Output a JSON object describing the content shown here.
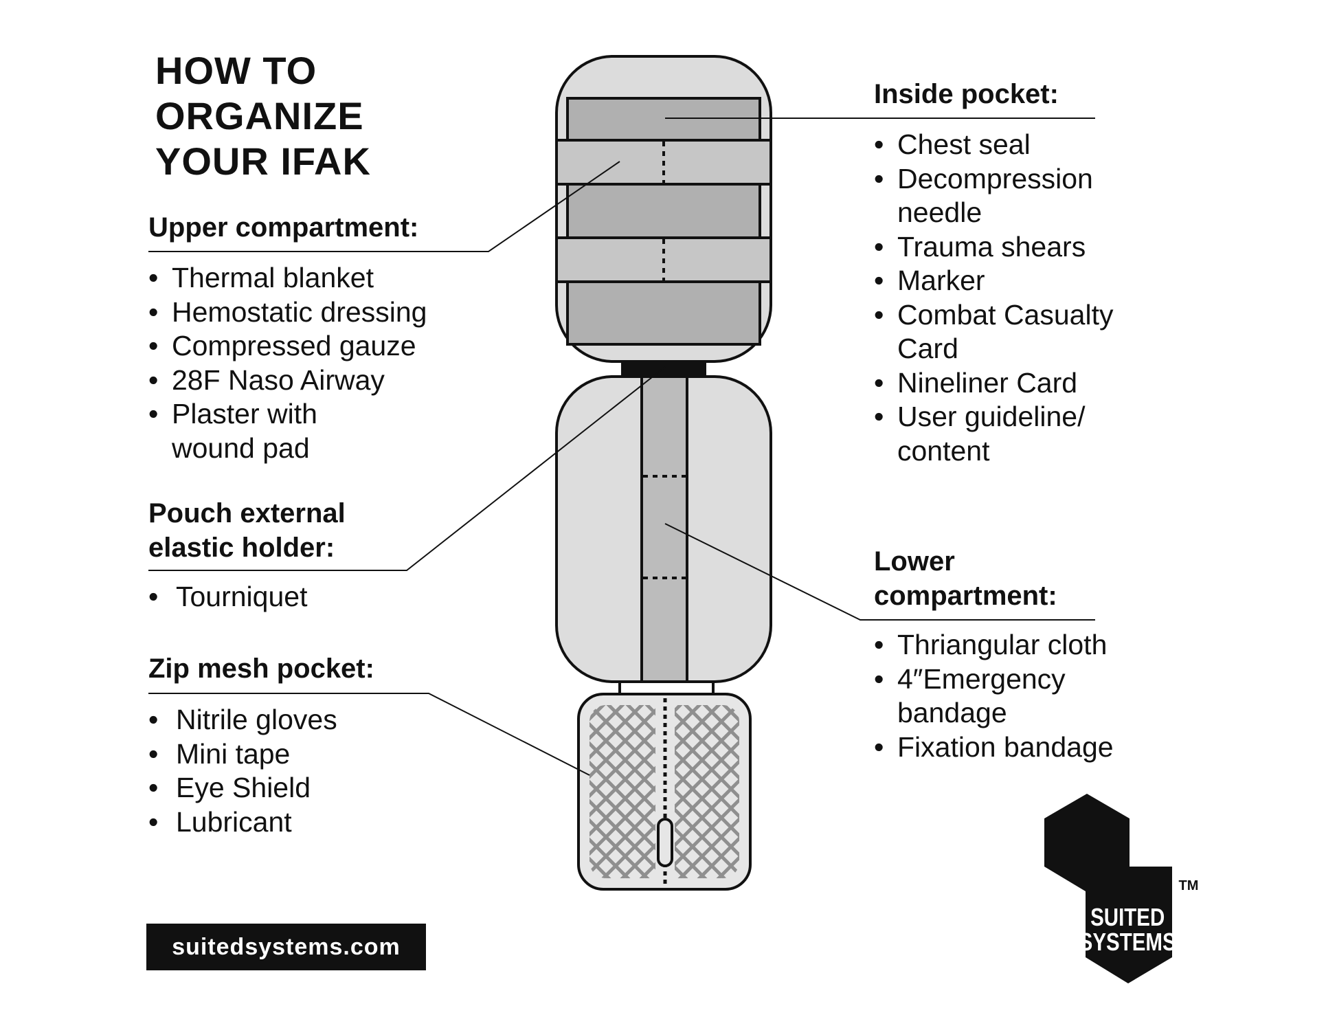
{
  "title": [
    "HOW TO",
    "ORGANIZE",
    "YOUR IFAK"
  ],
  "sections": {
    "upper": {
      "heading": "Upper compartment:",
      "items": [
        "Thermal blanket",
        "Hemostatic dressing",
        "Compressed gauze",
        "28F Naso Airway",
        "Plaster with wound pad"
      ]
    },
    "external": {
      "heading_line1": "Pouch external",
      "heading_line2": "elastic holder:",
      "items": [
        "Tourniquet"
      ]
    },
    "mesh": {
      "heading": "Zip mesh pocket:",
      "items": [
        "Nitrile gloves",
        "Mini tape",
        "Eye Shield",
        "Lubricant"
      ]
    },
    "inside": {
      "heading": "Inside pocket:",
      "items": [
        "Chest seal",
        "Decompression needle",
        "Trauma shears",
        "Marker",
        "Combat Casualty Card",
        "Nineliner Card",
        "User guideline/ content"
      ]
    },
    "lower": {
      "heading_line1": "Lower",
      "heading_line2": "compartment:",
      "items": [
        "Thriangular cloth",
        "4″Emergency bandage",
        "Fixation bandage"
      ]
    }
  },
  "website": "suitedsystems.com",
  "logo": {
    "line1": "SUITED",
    "line2": "SYSTEMS",
    "trademark": "TM"
  },
  "colors": {
    "ink": "#111111",
    "pouch_light": "#dddddd",
    "pouch_mid": "#b5b5b5",
    "strap": "#c4c4c4",
    "mesh": "#8f8f8f"
  }
}
